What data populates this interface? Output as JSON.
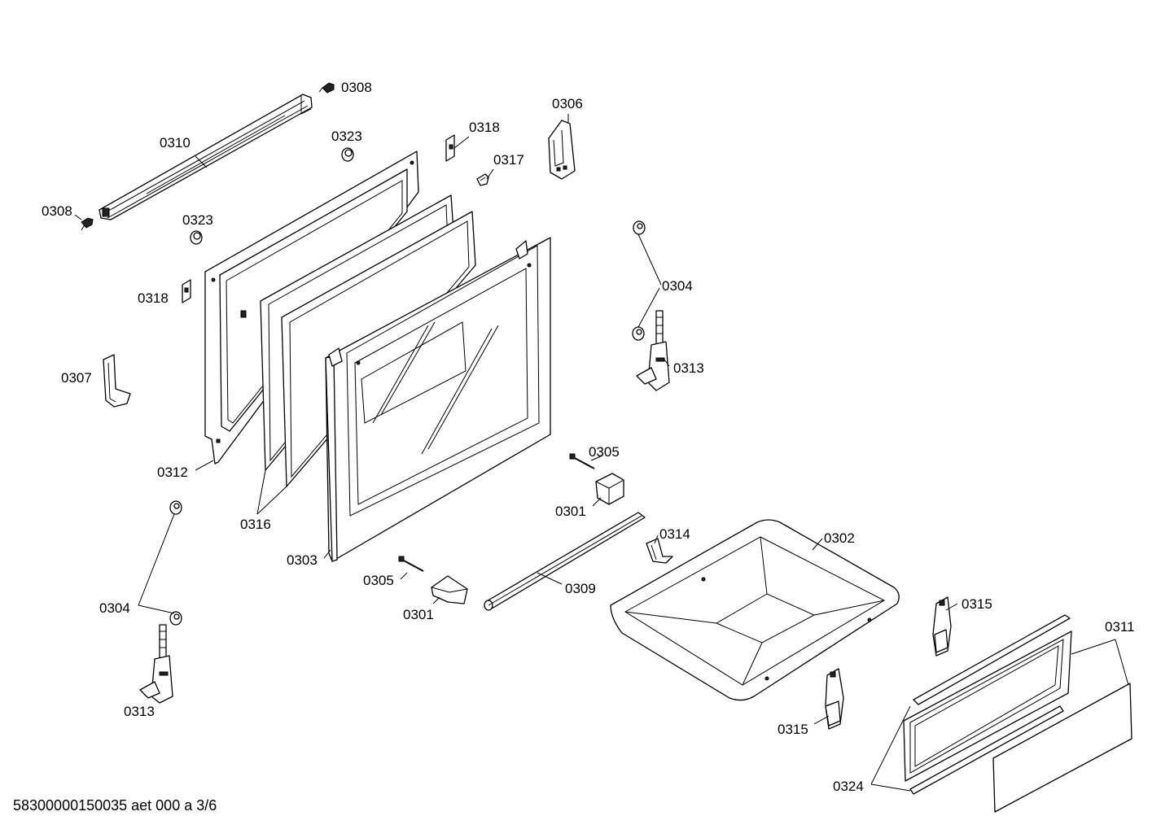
{
  "labels": {
    "l0308a": "0308",
    "l0308b": "0308",
    "l0310": "0310",
    "l0323a": "0323",
    "l0323b": "0323",
    "l0318a": "0318",
    "l0318b": "0318",
    "l0317": "0317",
    "l0306": "0306",
    "l0307": "0307",
    "l0312": "0312",
    "l0316": "0316",
    "l0303": "0303",
    "l0304a": "0304",
    "l0304b": "0304",
    "l0313a": "0313",
    "l0313b": "0313",
    "l0305a": "0305",
    "l0305b": "0305",
    "l0301a": "0301",
    "l0301b": "0301",
    "l0314": "0314",
    "l0302": "0302",
    "l0309": "0309",
    "l0315a": "0315",
    "l0315b": "0315",
    "l0311": "0311",
    "l0324": "0324"
  },
  "footer": "58300000150035 aet 000 a 3/6"
}
